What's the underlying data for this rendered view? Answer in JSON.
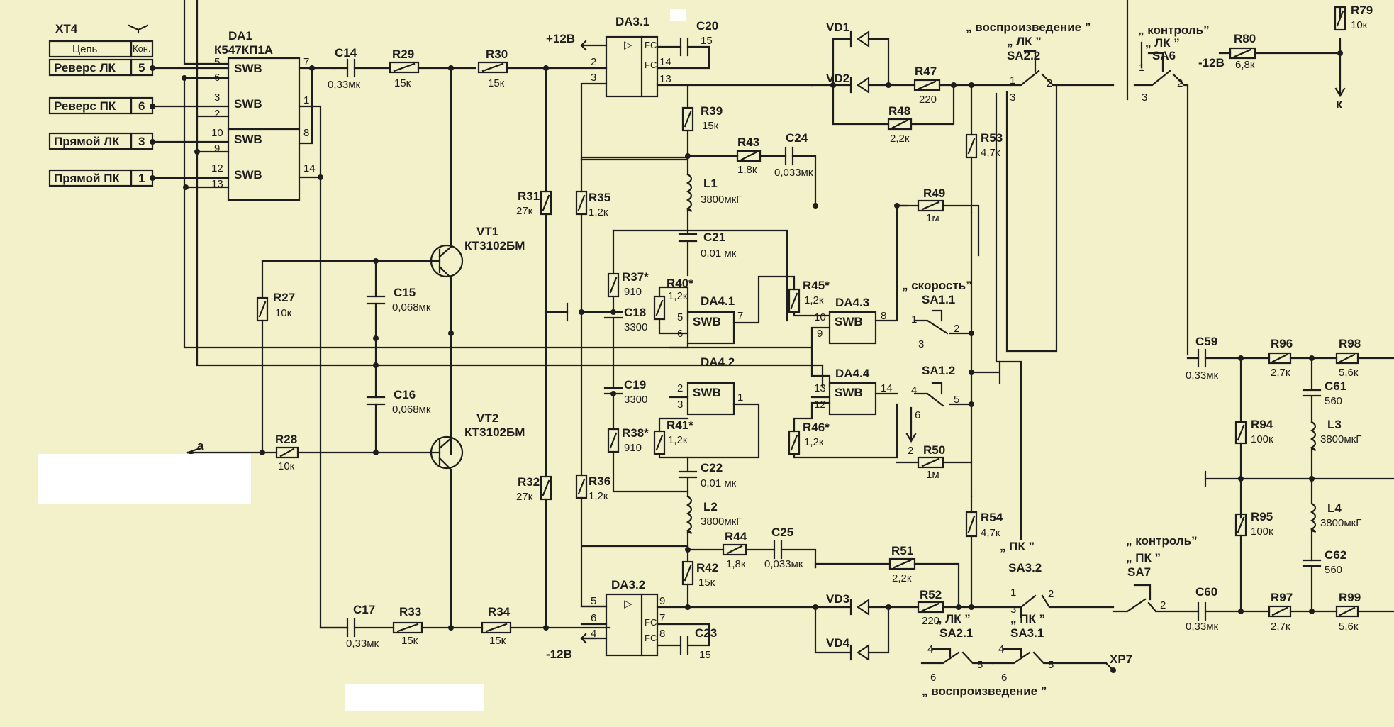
{
  "connector": {
    "name": "XT4",
    "head_circuit": "Цепь",
    "head_contact": "Кон.",
    "rows": [
      {
        "circuit": "Реверс ЛК",
        "contact": "5"
      },
      {
        "circuit": "Реверс ПК",
        "contact": "6"
      },
      {
        "circuit": "Прямой ЛК",
        "contact": "3"
      },
      {
        "circuit": "Прямой ПК",
        "contact": "1"
      }
    ]
  },
  "ic": {
    "da1": {
      "name": "DA1",
      "part": "К547КП1А",
      "cell": "SWB",
      "pins_left": [
        "5",
        "6",
        "3",
        "2",
        "10",
        "9",
        "12",
        "13"
      ],
      "pins_right": [
        "7",
        "1",
        "8",
        "14"
      ]
    },
    "da31": {
      "name": "DA3.1",
      "pins": [
        "2",
        "3",
        "14",
        "13"
      ],
      "fc": "FC",
      "op": "▷"
    },
    "da32": {
      "name": "DA3.2",
      "pins": [
        "5",
        "6",
        "4",
        "9",
        "7",
        "8"
      ],
      "fc": "FC",
      "op": "▷"
    },
    "da41": {
      "name": "DA4.1",
      "cell": "SWB",
      "pins": [
        "5",
        "6",
        "7"
      ]
    },
    "da42": {
      "name": "DA4.2",
      "cell": "SWB",
      "pins": [
        "2",
        "3",
        "1"
      ]
    },
    "da43": {
      "name": "DA4.3",
      "cell": "SWB",
      "pins": [
        "10",
        "9",
        "8"
      ]
    },
    "da44": {
      "name": "DA4.4",
      "cell": "SWB",
      "pins": [
        "13",
        "12",
        "14"
      ]
    }
  },
  "supply": {
    "plus": "+12В",
    "minus": "-12В",
    "minus2": "-12В"
  },
  "resistors": [
    {
      "id": "R27",
      "value": "10к"
    },
    {
      "id": "R28",
      "value": "10к"
    },
    {
      "id": "R29",
      "value": "15к"
    },
    {
      "id": "R30",
      "value": "15к"
    },
    {
      "id": "R31",
      "value": "27к"
    },
    {
      "id": "R32",
      "value": "27к"
    },
    {
      "id": "R33",
      "value": "15к"
    },
    {
      "id": "R34",
      "value": "15к"
    },
    {
      "id": "R35",
      "value": "1,2к"
    },
    {
      "id": "R36",
      "value": "1,2к"
    },
    {
      "id": "R37*",
      "value": "910"
    },
    {
      "id": "R38*",
      "value": "910"
    },
    {
      "id": "R39",
      "value": "15к"
    },
    {
      "id": "R40*",
      "value": "1,2к"
    },
    {
      "id": "R41*",
      "value": "1,2к"
    },
    {
      "id": "R42",
      "value": "15к"
    },
    {
      "id": "R43",
      "value": "1,8к"
    },
    {
      "id": "R44",
      "value": "1,8к"
    },
    {
      "id": "R45*",
      "value": "1,2к"
    },
    {
      "id": "R46*",
      "value": "1,2к"
    },
    {
      "id": "R47",
      "value": "220"
    },
    {
      "id": "R48",
      "value": "2,2к"
    },
    {
      "id": "R49",
      "value": "1м"
    },
    {
      "id": "R50",
      "value": "1м"
    },
    {
      "id": "R51",
      "value": "2,2к"
    },
    {
      "id": "R52",
      "value": "220"
    },
    {
      "id": "R53",
      "value": "4,7к"
    },
    {
      "id": "R54",
      "value": "4,7к"
    },
    {
      "id": "R79",
      "value": "10к"
    },
    {
      "id": "R80",
      "value": "6,8к"
    },
    {
      "id": "R94",
      "value": "100к"
    },
    {
      "id": "R95",
      "value": "100к"
    },
    {
      "id": "R96",
      "value": "2,7к"
    },
    {
      "id": "R97",
      "value": "2,7к"
    },
    {
      "id": "R98",
      "value": "5,6к"
    },
    {
      "id": "R99",
      "value": "5,6к"
    }
  ],
  "capacitors": [
    {
      "id": "C14",
      "value": "0,33мк"
    },
    {
      "id": "C15",
      "value": "0,068мк"
    },
    {
      "id": "C16",
      "value": "0,068мк"
    },
    {
      "id": "C17",
      "value": "0,33мк"
    },
    {
      "id": "C18",
      "value": "3300"
    },
    {
      "id": "C19",
      "value": "3300"
    },
    {
      "id": "C20",
      "value": "15"
    },
    {
      "id": "C21",
      "value": "0,01 мк"
    },
    {
      "id": "C22",
      "value": "0,01 мк"
    },
    {
      "id": "C23",
      "value": "15"
    },
    {
      "id": "C24",
      "value": "0,033мк"
    },
    {
      "id": "C25",
      "value": "0,033мк"
    },
    {
      "id": "C59",
      "value": "0,33мк"
    },
    {
      "id": "C60",
      "value": "0,33мк"
    },
    {
      "id": "C61",
      "value": "560"
    },
    {
      "id": "C62",
      "value": "560"
    }
  ],
  "inductors": [
    {
      "id": "L1",
      "value": "3800мкГ"
    },
    {
      "id": "L2",
      "value": "3800мкГ"
    },
    {
      "id": "L3",
      "value": "3800мкГ"
    },
    {
      "id": "L4",
      "value": "3800мкГ"
    }
  ],
  "transistors": [
    {
      "id": "VT1",
      "part": "КТ3102БМ"
    },
    {
      "id": "VT2",
      "part": "КТ3102БМ"
    }
  ],
  "diodes": [
    "VD1",
    "VD2",
    "VD3",
    "VD4"
  ],
  "switches": {
    "playback_top": "„ воспроизведение ”",
    "lk": "„ ЛК ”",
    "sa22": "SA2.2",
    "control_lk": "„ контроль”",
    "lk2": "„ ЛК ”",
    "sa6": "SA6",
    "speed": "„ скорость”",
    "sa11": "SA1.1",
    "sa12": "SA1.2",
    "control_pk": "„ контроль”",
    "pk_sa7": "„ ПК ”",
    "sa7": "SA7",
    "pk_sa32": "„ ПК ”",
    "sa32": "SA3.2",
    "lk_sa21": "„ ЛК ”",
    "sa21": "SA2.1",
    "pk_sa31": "„ ПК ”",
    "sa31": "SA3.1",
    "playback_bottom": "„ воспроизведение ”",
    "pins": {
      "p1": "1",
      "p2": "2",
      "p3": "3",
      "p4": "4",
      "p5": "5",
      "p6": "6"
    }
  },
  "nodes": {
    "a": "a",
    "xp7": "XP7",
    "k": "к"
  }
}
